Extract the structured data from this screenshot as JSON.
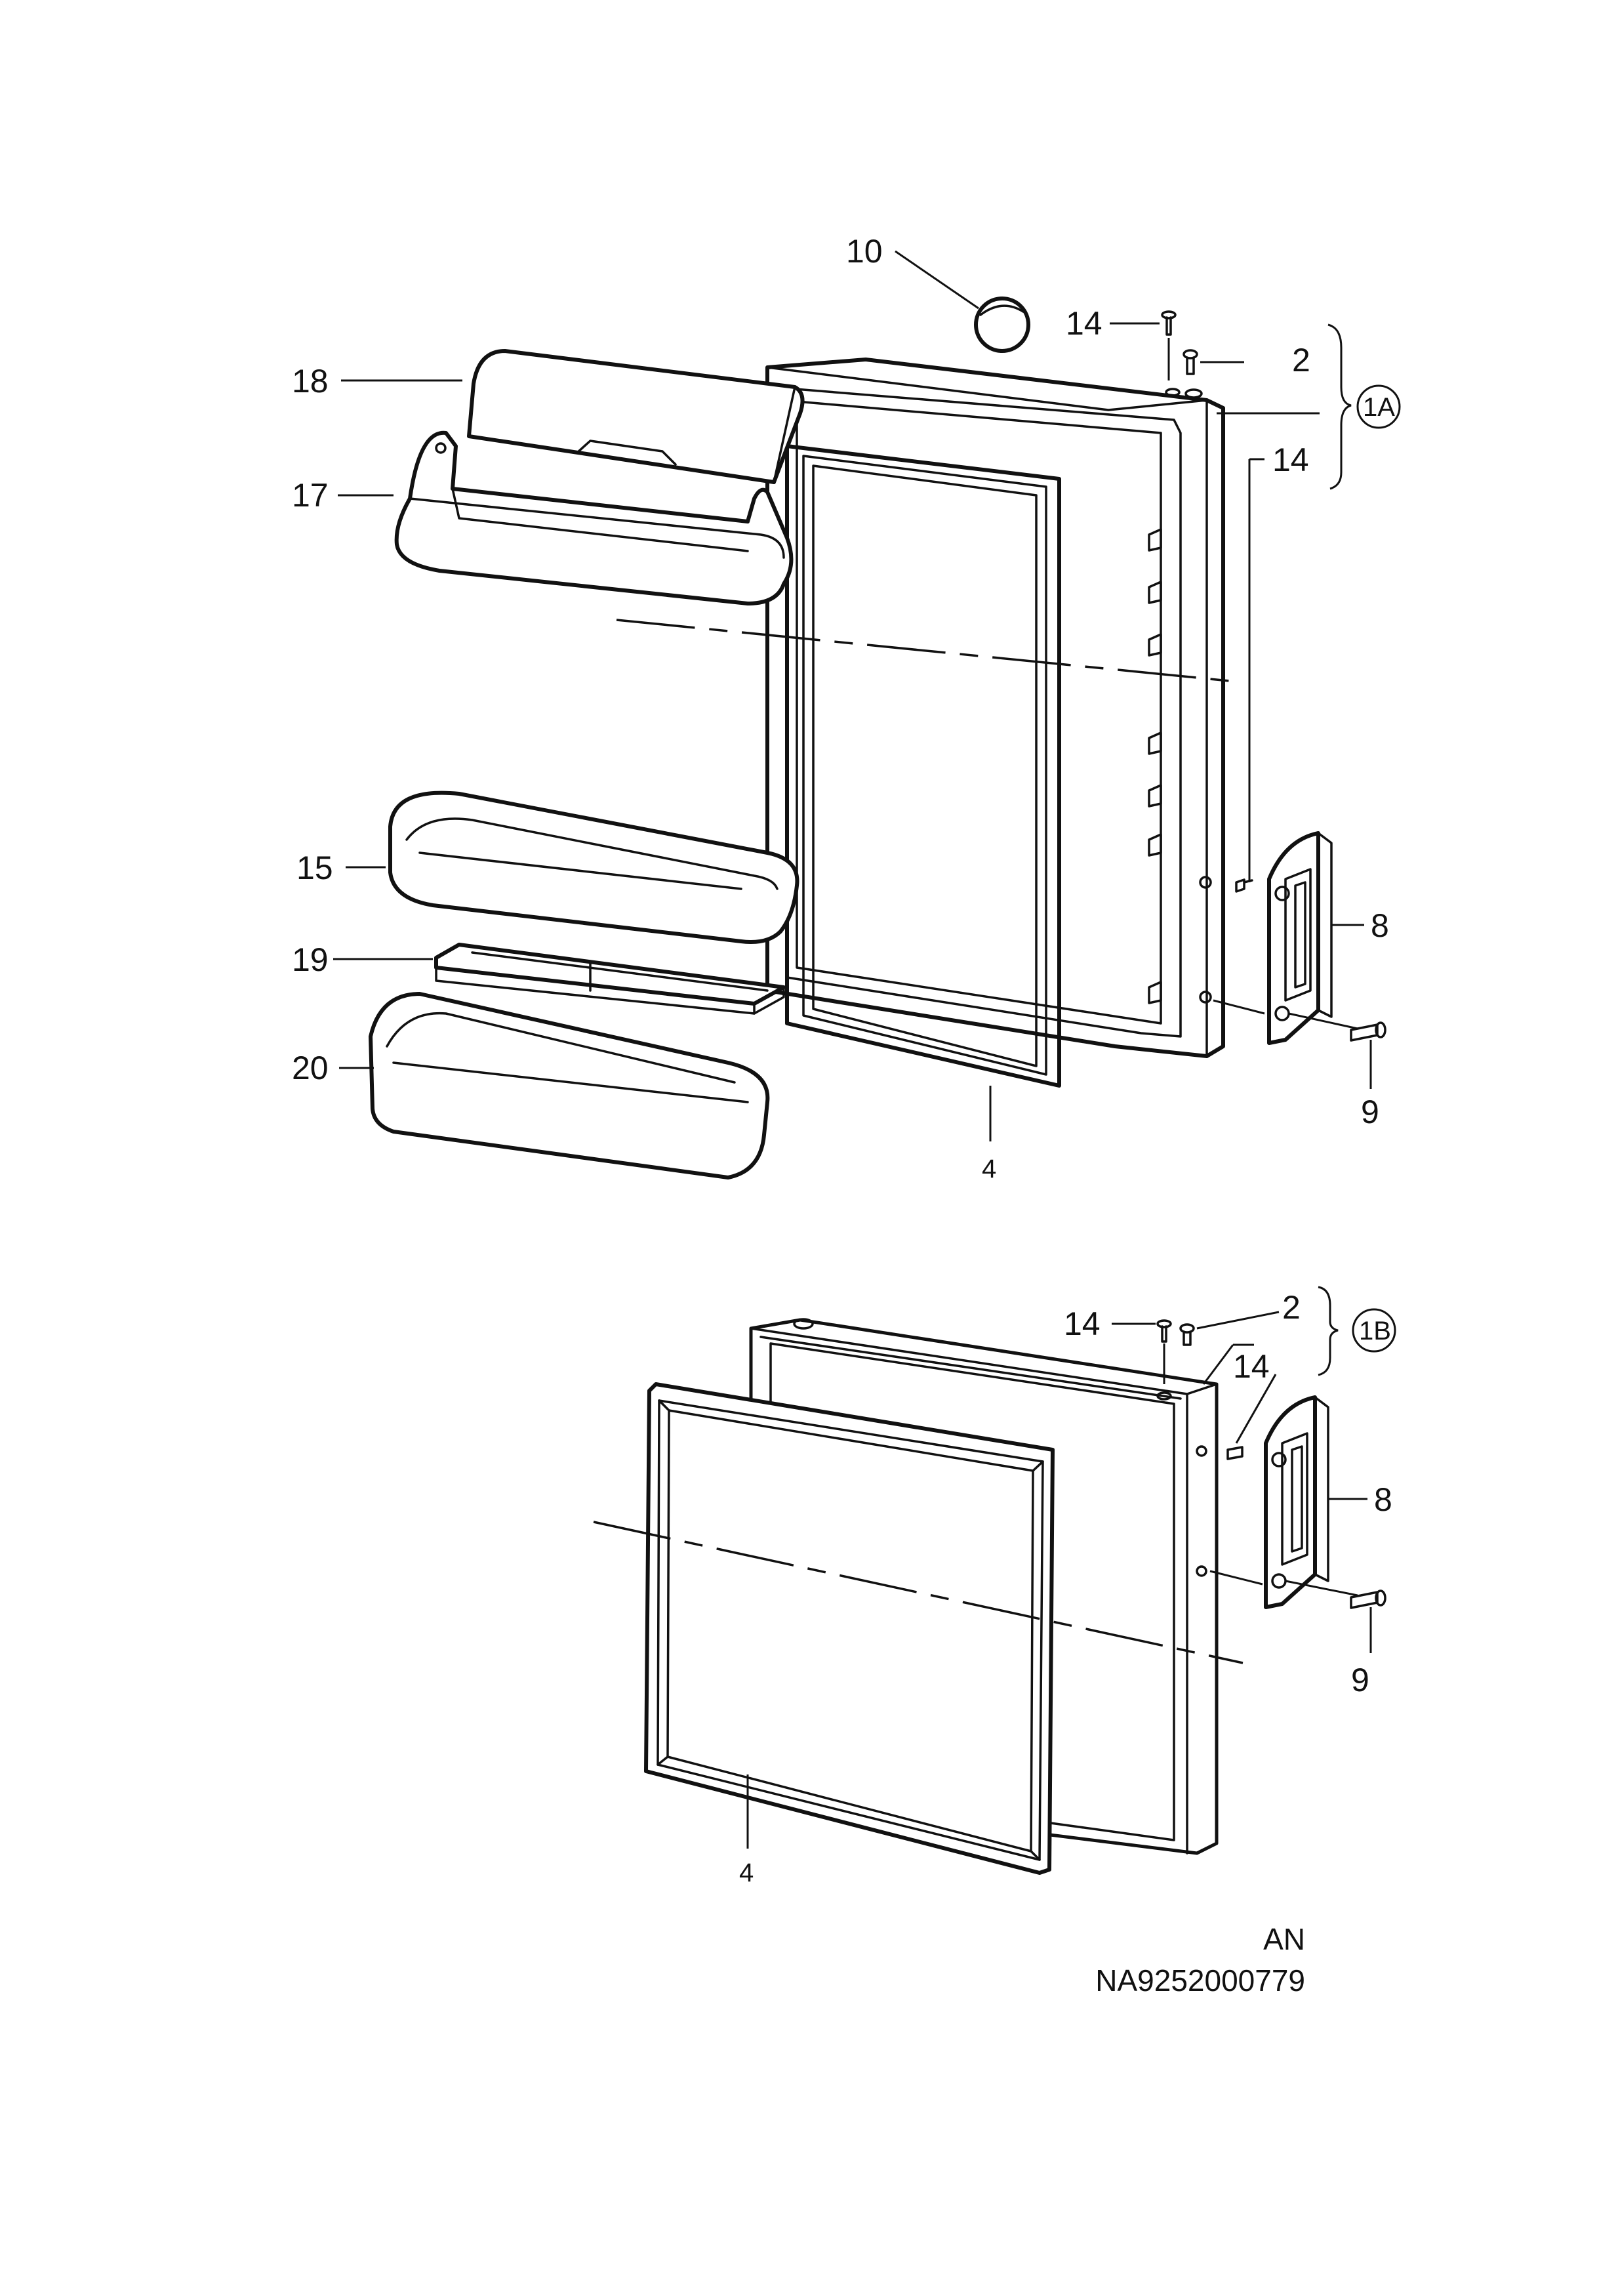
{
  "callouts": {
    "c10": "10",
    "c14_top_a": "14",
    "c2_a": "2",
    "c18": "18",
    "c1A": "1A",
    "c14_right_a": "14",
    "c17": "17",
    "c15": "15",
    "c8_a": "8",
    "c19": "19",
    "c20": "20",
    "c9_a": "9",
    "c4_a": "4",
    "c14_top_b": "14",
    "c2_b": "2",
    "c1B": "1B",
    "c14_right_b": "14",
    "c8_b": "8",
    "c9_b": "9",
    "c4_b": "4"
  },
  "footer": {
    "variant": "AN",
    "drawing_number": "NA9252000779"
  },
  "colors": {
    "ink": "#111111",
    "paper": "#ffffff"
  }
}
